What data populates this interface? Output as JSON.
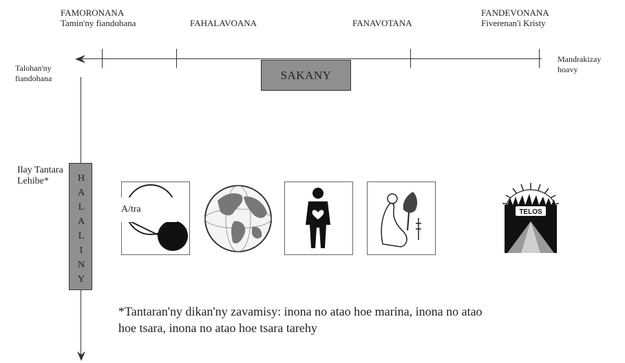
{
  "top_labels": {
    "famoronana": {
      "title": "FAMORONANA",
      "subtitle": "Tamin'ny fiandohana"
    },
    "fahalavoana": "FAHALAVOANA",
    "fanavotana": "FANAVOTANA",
    "fandevonana": {
      "title": "FANDEVONANA",
      "subtitle": "Fiverenan'i Kristy"
    }
  },
  "left_start": {
    "line1": "Talohan'ny",
    "line2": "fiandohana"
  },
  "right_end": {
    "line1": "Mandrakizay",
    "line2": "hoavy"
  },
  "sakany": "SAKANY",
  "vertical_note": {
    "line1": "Ilay Tantara",
    "line2": "Lehibe*"
  },
  "halaliny": [
    "H",
    "A",
    "L",
    "A",
    "L",
    "I",
    "N",
    "Y"
  ],
  "atra": "A/tra",
  "telos": "TELOS",
  "footnote": "*Tantaran'ny dikan'ny zavamisy: inona no atao hoe marina, inona no atao hoe tsara, inona no atao hoe tsara tarehy",
  "icons": [
    "yin-yang-icon",
    "globe-icon",
    "human-figure-icon",
    "tree-figure-icon",
    "telos-sun-icon"
  ]
}
